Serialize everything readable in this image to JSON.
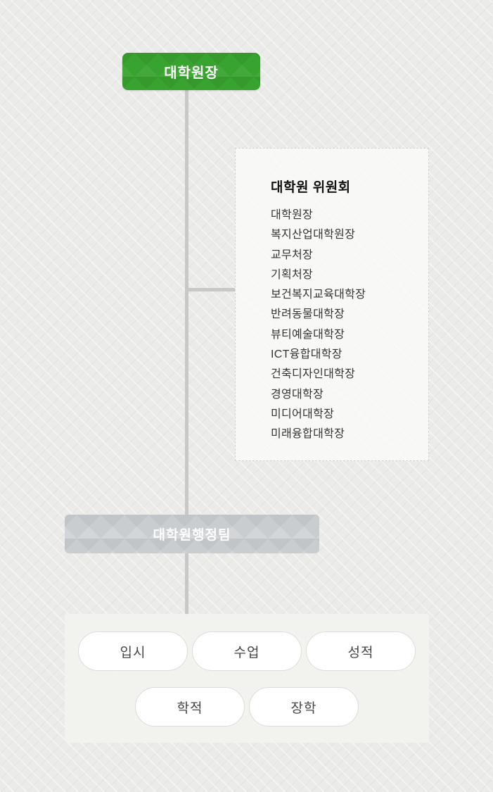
{
  "org_chart": {
    "root": {
      "label": "대학원장"
    },
    "committee": {
      "title": "대학원 위원회",
      "members": [
        "대학원장",
        "복지산업대학원장",
        "교무처장",
        "기획처장",
        "보건복지교육대학장",
        "반려동물대학장",
        "뷰티예술대학장",
        "ICT융합대학장",
        "건축디자인대학장",
        "경영대학장",
        "미디어대학장",
        "미래융합대학장"
      ]
    },
    "admin_team": {
      "label": "대학원행정팀"
    },
    "functions": [
      "입시",
      "수업",
      "성적",
      "학적",
      "장학"
    ]
  },
  "colors": {
    "root_green": "#38a32f",
    "admin_gray": "#c9cdd0",
    "connector_gray": "#c8c8c8",
    "panel_bg": "#f6f6f4"
  }
}
